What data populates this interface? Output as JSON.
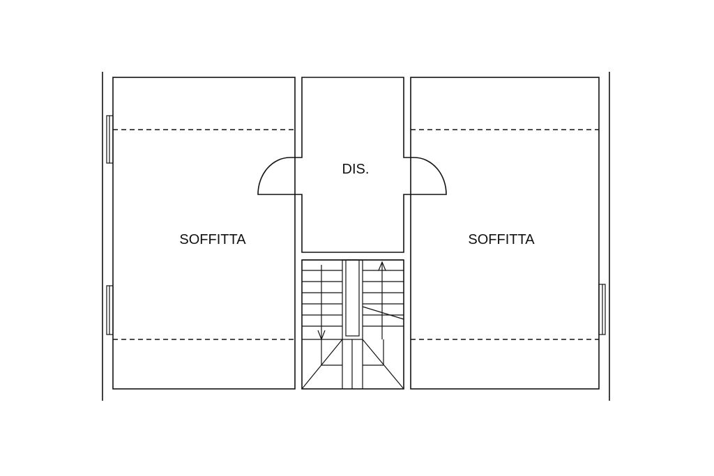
{
  "plan": {
    "rooms": {
      "left": {
        "label": "SOFFITTA"
      },
      "center": {
        "label": "DIS."
      },
      "right": {
        "label": "SOFFITTA"
      }
    },
    "line_color": "#111111",
    "background": "#ffffff"
  }
}
